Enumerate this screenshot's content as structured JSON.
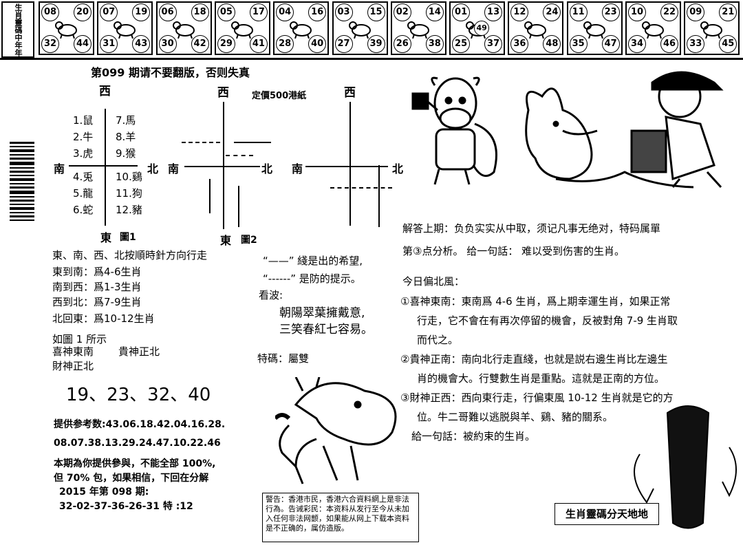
{
  "strip": {
    "title": "生肖靈碼中年年",
    "cells": [
      {
        "nums": [
          "08",
          "20",
          "32",
          "44"
        ],
        "animal": "rat-icon"
      },
      {
        "nums": [
          "07",
          "19",
          "31",
          "43"
        ],
        "animal": "ox-icon"
      },
      {
        "nums": [
          "06",
          "18",
          "30",
          "42"
        ],
        "animal": "tiger-icon"
      },
      {
        "nums": [
          "05",
          "17",
          "29",
          "41"
        ],
        "animal": "rabbit-icon"
      },
      {
        "nums": [
          "04",
          "16",
          "28",
          "40"
        ],
        "animal": "dragon-icon"
      },
      {
        "nums": [
          "03",
          "15",
          "27",
          "39"
        ],
        "animal": "snake-icon"
      },
      {
        "nums": [
          "02",
          "14",
          "26",
          "38"
        ],
        "animal": "horse-icon"
      },
      {
        "nums": [
          "01",
          "13",
          "25",
          "37"
        ],
        "animal": "sheep-icon",
        "extra": "49"
      },
      {
        "nums": [
          "12",
          "24",
          "36",
          "48"
        ],
        "animal": "monkey-icon"
      },
      {
        "nums": [
          "11",
          "23",
          "35",
          "47"
        ],
        "animal": "rooster-icon"
      },
      {
        "nums": [
          "10",
          "22",
          "34",
          "46"
        ],
        "animal": "dog-icon"
      },
      {
        "nums": [
          "09",
          "21",
          "33",
          "45"
        ],
        "animal": "pig-icon"
      }
    ]
  },
  "header": {
    "issue_line": "第099 期请不要翻版，否则失真",
    "price": "定價500港紙"
  },
  "diagram1": {
    "west": "西",
    "south": "南",
    "north": "北",
    "east": "東",
    "label": "圖1",
    "left_list": [
      "1.鼠",
      "2.牛",
      "3.虎",
      "4.兎",
      "5.龍",
      "6.蛇"
    ],
    "right_list": [
      "7.馬",
      "8.羊",
      "9.猴",
      "10.鷄",
      "11.狗",
      "12.豬"
    ]
  },
  "diagram2": {
    "west": "西",
    "south": "南",
    "north": "北",
    "east": "東",
    "label": "圖2"
  },
  "diagram3": {
    "west": "西",
    "south": "南",
    "north": "北"
  },
  "left_text": {
    "direction_intro": "東、南、西、北按順時針方向行走",
    "rules": [
      "東到南：爲4-6生肖",
      "南到西：爲1-3生肖",
      "西到北：爲7-9生肖",
      "北回東：爲10-12生肖"
    ],
    "as_fig": "如圖 1 所示",
    "xi_shen": "喜神東南",
    "gui_shen": "貴神正北",
    "cai_shen": "財神正北",
    "numbers": "19、23、32、40",
    "ref_label": "提供参考数:43.06.18.42.04.16.28.",
    "ref_line2": "08.07.38.13.29.24.47.10.22.46",
    "promise1": "本期為你提供參與，不能全部 100%,",
    "promise2": "但 70% 包，如果相信，下回在分解",
    "year_issue": "2015 年第 098 期:",
    "result": "32-02-37-36-26-31 特 :12"
  },
  "mid_text": {
    "hint1": "“——” 綫是出的希望,",
    "hint2": "“------” 是防的提示。",
    "kan_bo": "看波:",
    "poem1": "朝陽翠葉擁戴意,",
    "poem2": "三笑春紅七容易。",
    "special": "特碼：屬雙"
  },
  "notice": "警告：香港市民，香港六合資料網上是非法行為。告诫彩民：本资料从发行至今从未加入任何非法网颤，如果能从网上下载本资料是不正确的，属仿造版。",
  "right_text": {
    "answer1": "解答上期：负负实实从中取，须记凡事无绝对，特码属單",
    "answer2": "第③点分析。 给一句話： 难以受到伤害的生肖。",
    "today": "今日偏北風：",
    "item1a": "①喜神東南：東南爲 4-6 生肖，爲上期幸運生肖，如果正常",
    "item1b": "行走，它不會在有再次停留的機會，反被對角 7-9 生肖取",
    "item1c": "而代之。",
    "item2a": "②貴神正南：南向北行走直綫，也就是説右邊生肖比左邊生",
    "item2b": "肖的機會大。行雙數生肖是重點。這就是正南的方位。",
    "item3a": "③財神正西：西向東行走，行偏東風 10-12 生肖就是它的方",
    "item3b": "位。牛二哥難以逃脱與羊、鷄、豬的關系。",
    "final": "給一句話：被約束的生肖。"
  },
  "bottom_box": "生肖靈碼分天地",
  "bottom_box_suffix": "地"
}
